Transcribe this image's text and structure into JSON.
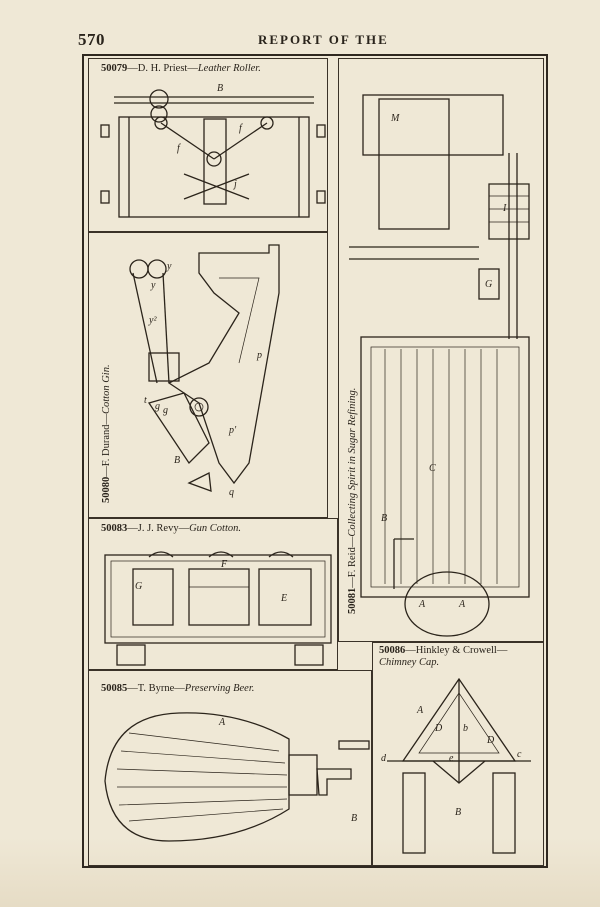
{
  "header": {
    "page_number": "570",
    "running_head": "REPORT OF THE"
  },
  "figures": [
    {
      "id": "fig-50079",
      "number": "50079",
      "caption": "D. H. Priest",
      "title": "Leather Roller.",
      "labels": [
        "B",
        "f",
        "f",
        "j"
      ]
    },
    {
      "id": "fig-50080",
      "number": "50080",
      "caption": "F. Durand",
      "title": "Cotton Gin.",
      "labels": [
        "y",
        "y",
        "y²",
        "p",
        "t",
        "g",
        "g",
        "p'",
        "B",
        "q"
      ]
    },
    {
      "id": "fig-50081",
      "number": "50081",
      "caption": "F. Reid",
      "title": "Collecting Spirit in Sugar Refining.",
      "labels": [
        "M",
        "I",
        "G",
        "C",
        "B",
        "A",
        "A"
      ]
    },
    {
      "id": "fig-50083",
      "number": "50083",
      "caption": "J. J. Revy",
      "title": "Gun Cotton.",
      "labels": [
        "G",
        "F",
        "E"
      ]
    },
    {
      "id": "fig-50085",
      "number": "50085",
      "caption": "T. Byrne",
      "title": "Preserving Beer.",
      "labels": [
        "A",
        "B"
      ]
    },
    {
      "id": "fig-50086",
      "number": "50086",
      "caption": "Hinkley & Crowell",
      "title": "Chimney Cap.",
      "labels": [
        "A",
        "D",
        "b",
        "D",
        "d",
        "e",
        "c",
        "B"
      ]
    }
  ],
  "colors": {
    "paper": "#efe8d6",
    "ink": "#2b241b"
  }
}
